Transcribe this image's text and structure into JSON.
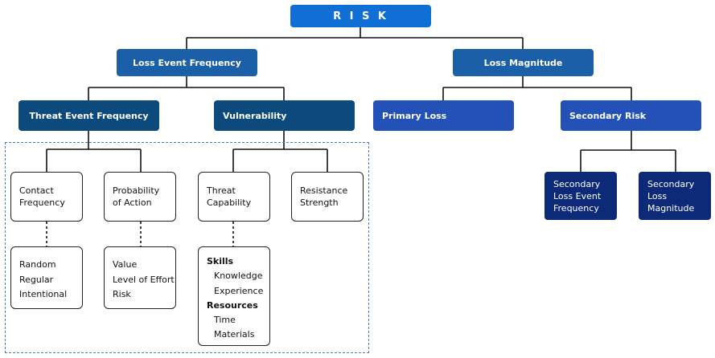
{
  "root": {
    "label": "R I S K",
    "color": "#0f6fd4"
  },
  "level1": {
    "loss_event_frequency": "Loss Event Frequency",
    "loss_magnitude": "Loss Magnitude",
    "color": "#1a5fa8"
  },
  "level2": {
    "threat_event_frequency": "Threat Event Frequency",
    "vulnerability": "Vulnerability",
    "primary_loss": "Primary Loss",
    "secondary_risk": "Secondary Risk",
    "left_color": "#0c4a7e",
    "right_color": "#2451b8"
  },
  "level3": {
    "contact_frequency": [
      "Contact",
      "Frequency"
    ],
    "probability_of_action": [
      "Probability",
      "of Action"
    ],
    "threat_capability": [
      "Threat",
      "Capability"
    ],
    "resistance_strength": [
      "Resistance",
      "Strength"
    ],
    "secondary_loss_event_frequency": [
      "Secondary",
      "Loss Event",
      "Frequency"
    ],
    "secondary_loss_magnitude": [
      "Secondary",
      "Loss",
      "Magnitude"
    ],
    "navy_color": "#0d2a78"
  },
  "level4": {
    "contact_items": [
      "Random",
      "Regular",
      "Intentional"
    ],
    "action_items": [
      "Value",
      "Level of Effort",
      "Risk"
    ],
    "skills_heading": "Skills",
    "skills_items": [
      "Knowledge",
      "Experience"
    ],
    "resources_heading": "Resources",
    "resources_items": [
      "Time",
      "Materials"
    ]
  }
}
